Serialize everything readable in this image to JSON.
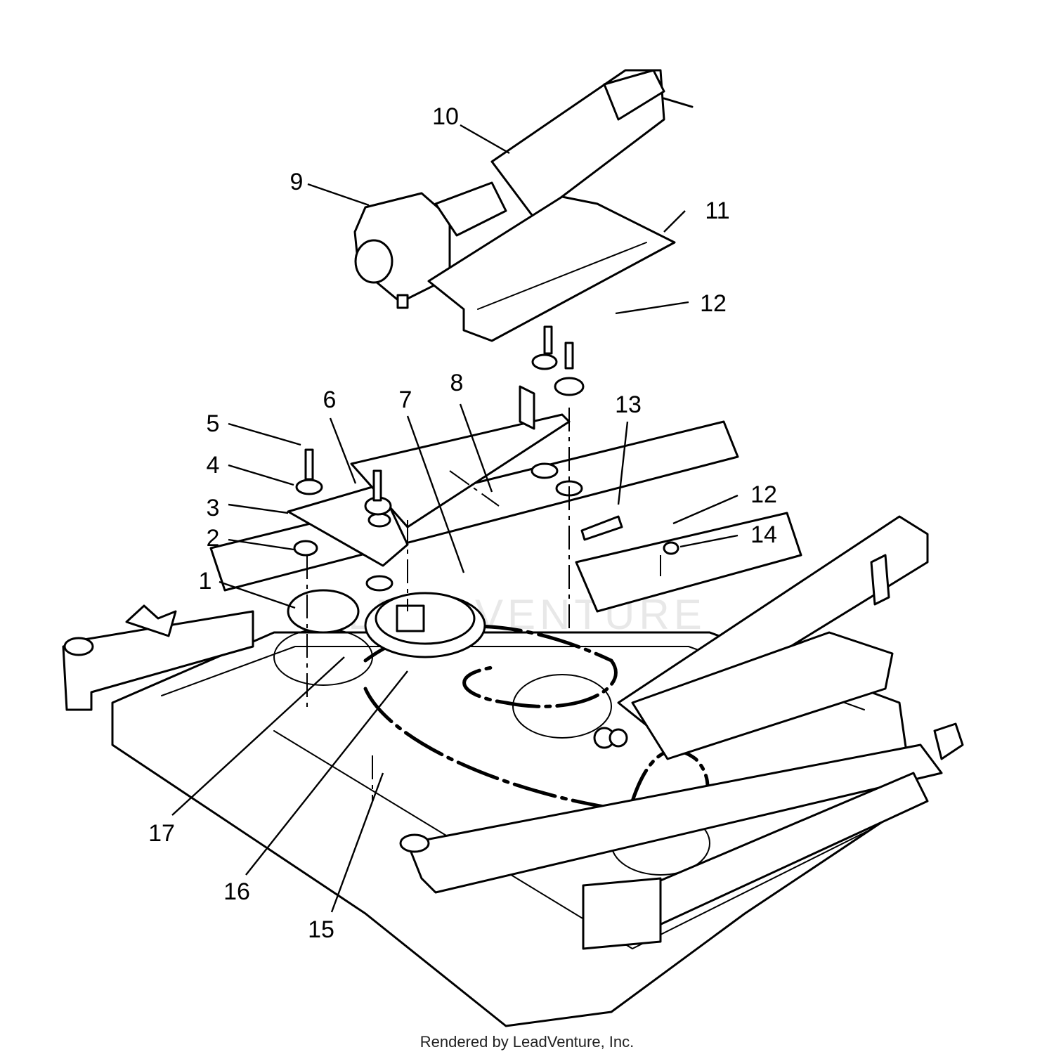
{
  "diagram": {
    "callouts": [
      {
        "label": "1"
      },
      {
        "label": "2"
      },
      {
        "label": "3"
      },
      {
        "label": "4"
      },
      {
        "label": "5"
      },
      {
        "label": "6"
      },
      {
        "label": "7"
      },
      {
        "label": "8"
      },
      {
        "label": "9"
      },
      {
        "label": "10"
      },
      {
        "label": "11"
      },
      {
        "label": "12"
      },
      {
        "label": "12"
      },
      {
        "label": "13"
      },
      {
        "label": "14"
      },
      {
        "label": "15"
      },
      {
        "label": "16"
      },
      {
        "label": "17"
      }
    ],
    "watermark": "LEADVENTURE"
  },
  "footer": {
    "text": "Rendered by LeadVenture, Inc."
  }
}
